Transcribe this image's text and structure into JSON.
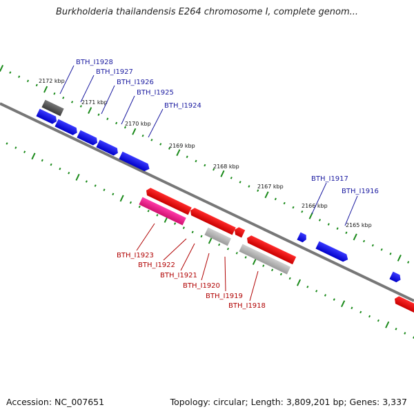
{
  "title": "Burkholderia thailandensis E264 chromosome I, complete genom...",
  "accession": "Accession: NC_007651",
  "summary": "Topology: circular; Length: 3,809,201 bp; Genes: 3,337",
  "colors": {
    "forward_gene": "#0000ee",
    "reverse_gene": "#ee0000",
    "pseudo_gene": "#888888",
    "pink_gene": "#ee2288",
    "backbone": "#777777",
    "tick": "#1a8a1a"
  },
  "scale_labels": [
    "2172 kbp",
    "2171 kbp",
    "2170 kbp",
    "2169 kbp",
    "2168 kbp",
    "2167 kbp",
    "2166 kbp",
    "2165 kbp"
  ],
  "forward_labels": [
    "BTH_I1928",
    "BTH_I1927",
    "BTH_I1926",
    "BTH_I1925",
    "BTH_I1924",
    "BTH_I1917",
    "BTH_I1916"
  ],
  "reverse_labels": [
    "BTH_I1923",
    "BTH_I1922",
    "BTH_I1921",
    "BTH_I1920",
    "BTH_I1919",
    "BTH_I1918"
  ]
}
